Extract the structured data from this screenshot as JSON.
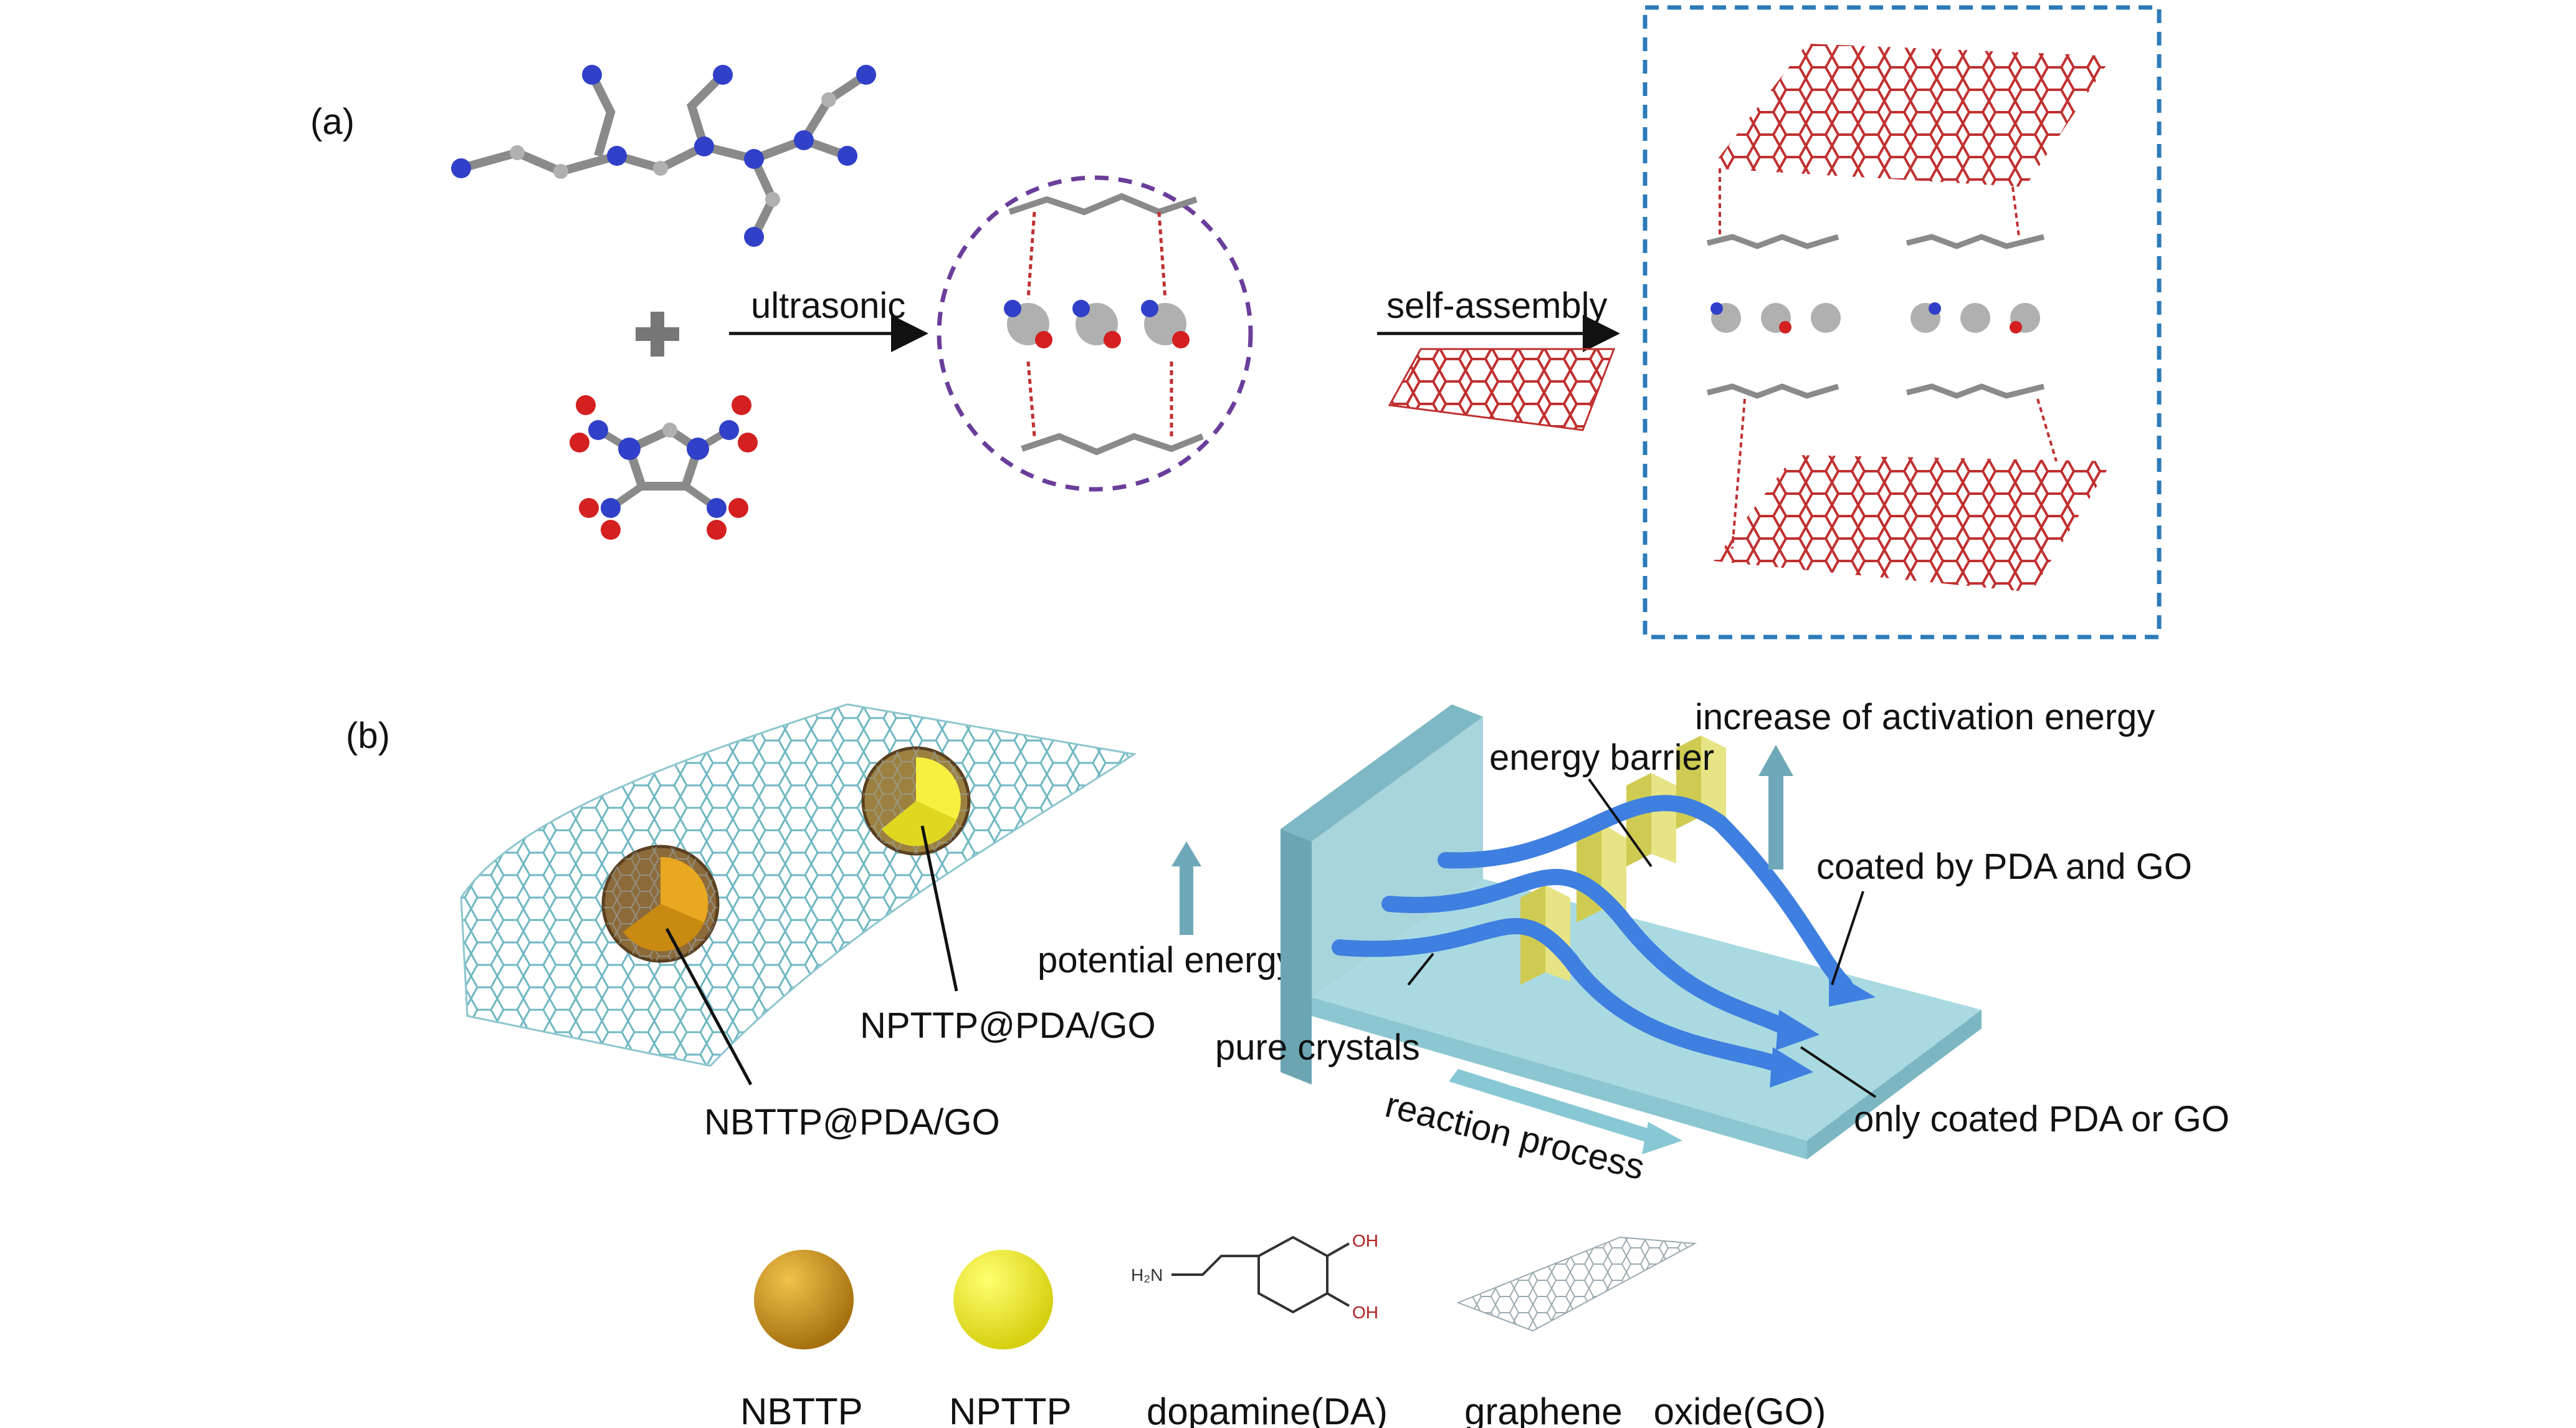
{
  "panel_a": {
    "label": "(a)",
    "arrow1_label": "ultrasonic",
    "arrow2_label": "self-assembly"
  },
  "panel_b": {
    "label": "(b)",
    "core_label_1": "NBTTP@PDA/GO",
    "core_label_2": "NPTTP@PDA/GO",
    "axis_energy": "potential energy",
    "axis_process": "reaction process",
    "energy_barrier": "energy barrier",
    "increase": "increase of activation energy",
    "coated_both": "coated by PDA and GO",
    "coated_one": "only coated PDA or GO",
    "pure": "pure crystals"
  },
  "legend": {
    "nbttp": "NBTTP",
    "npttp": "NPTTP",
    "da": "dopamine(DA)",
    "da_nh2": "H₂N",
    "da_oh": "OH",
    "go": "graphene   oxide(GO)"
  },
  "colors": {
    "nbttp": "#D9A020",
    "npttp": "#F2EE2A",
    "arrow_blue": "#3F7FE0",
    "plate": "#9FD3DC",
    "barrier": "#E4E07A",
    "box_dash": "#2B7BB9",
    "circle_dash": "#6A3D9A",
    "graphene": "#C03030"
  }
}
